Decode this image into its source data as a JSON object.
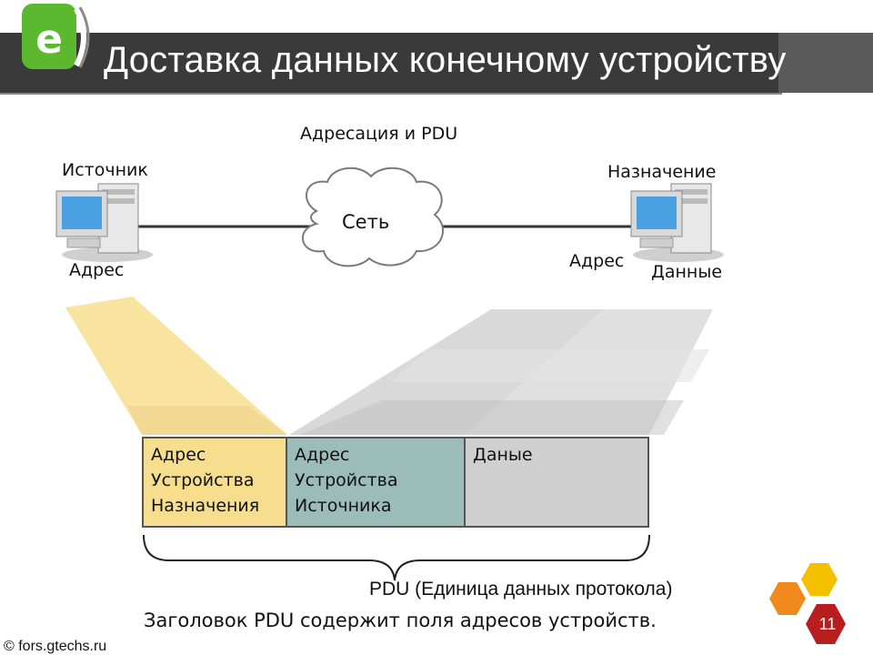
{
  "header": {
    "title": "Доставка данных конечному устройству",
    "logo_letter": "e"
  },
  "diagram": {
    "heading": "Адресация и PDU",
    "network_label": "Сеть",
    "source_label": "Источник",
    "source_address": "Адрес",
    "destination_label": "Назначение",
    "destination_address": "Адрес",
    "destination_data": "Данные"
  },
  "pdu": {
    "cells": [
      {
        "lines": [
          "Адрес",
          "Устройства",
          "Назначения"
        ]
      },
      {
        "lines": [
          "Адрес",
          "Устройства",
          "Источника"
        ]
      },
      {
        "lines": [
          "Даные"
        ]
      }
    ],
    "caption": "PDU (Единица данных протокола)",
    "footer": "Заголовок PDU содержит поля адресов устройств."
  },
  "footer": {
    "copyright": "© fors.gtechs.ru",
    "page_number": "11"
  },
  "colors": {
    "title_bar": "#3a3a3a",
    "logo_green": "#5cb82e",
    "dest_cell": "#f7de8e",
    "src_cell": "#9bbcb8",
    "data_cell": "#cfcfcf",
    "hex_yellow": "#f5c000",
    "hex_orange": "#f08a1c",
    "hex_red": "#b81e1e"
  }
}
